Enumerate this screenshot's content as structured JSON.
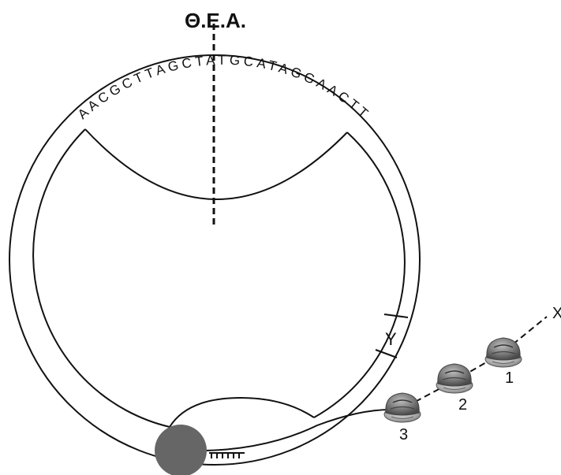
{
  "diagram": {
    "origin_label": "Θ.Ε.Α.",
    "dna_sequence": "AACGCTTAGCTATGCATAGGAACTT",
    "gene_label": "Y",
    "mrna_end_label": "X",
    "ribosome_labels": [
      "1",
      "2",
      "3"
    ]
  }
}
